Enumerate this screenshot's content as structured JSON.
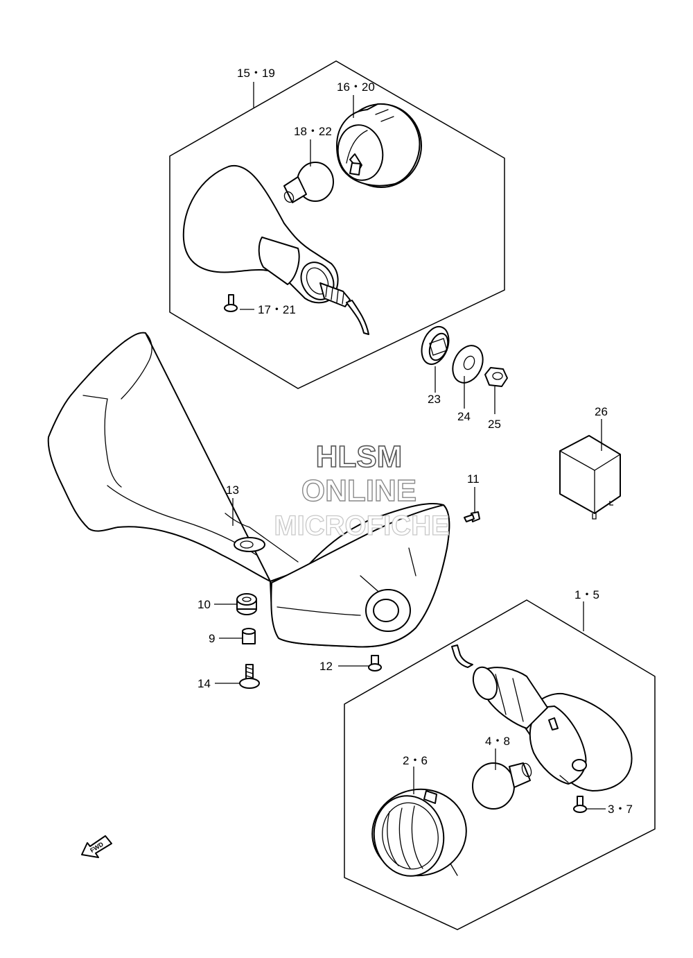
{
  "callouts": {
    "c15_19": "15・19",
    "c16_20": "16・20",
    "c18_22": "18・22",
    "c17_21": "17・21",
    "c23": "23",
    "c24": "24",
    "c25": "25",
    "c26": "26",
    "c13": "13",
    "c11": "11",
    "c10": "10",
    "c9": "9",
    "c14": "14",
    "c12": "12",
    "c1_5": "1・5",
    "c4_8": "4・8",
    "c2_6": "2・6",
    "c3_7": "3・7"
  },
  "watermark": {
    "line1": "HLSM",
    "line2": "ONLINE",
    "line3": "MICROFICHE"
  },
  "fwd_arrow": {
    "label": "FWD"
  }
}
